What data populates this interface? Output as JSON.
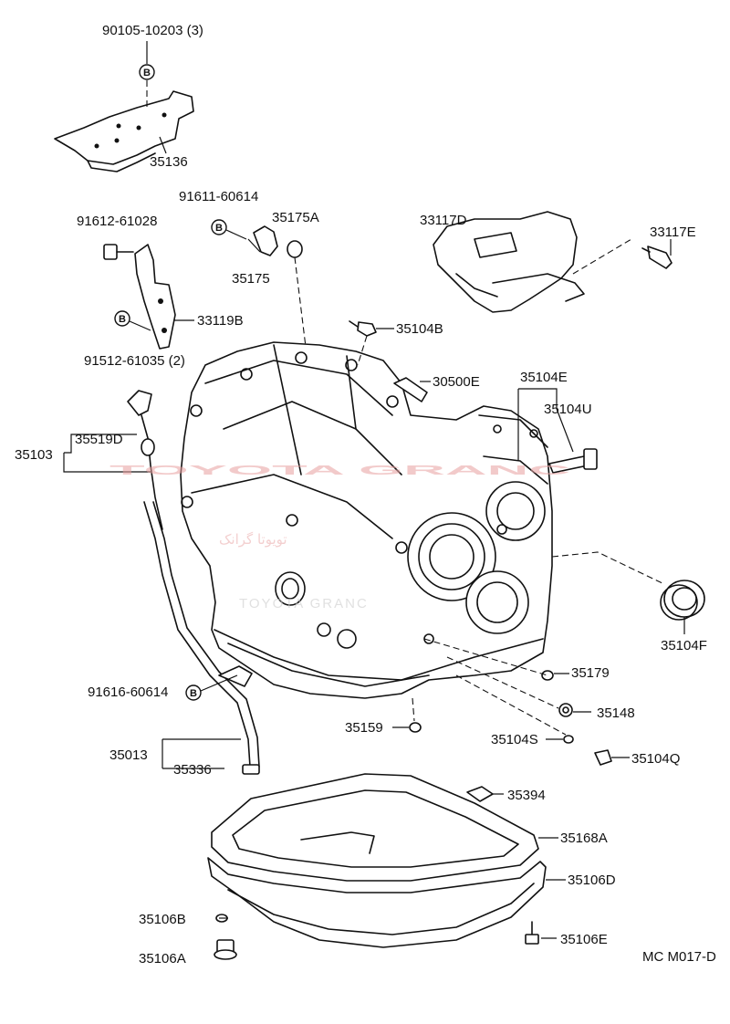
{
  "labels": {
    "l_90105": "90105-10203 (3)",
    "l_35136": "35136",
    "l_91611": "91611-60614",
    "l_35175A": "35175A",
    "l_35175": "35175",
    "l_91612": "91612-61028",
    "l_33119B": "33119B",
    "l_91512": "91512-61035 (2)",
    "l_33117D": "33117D",
    "l_33117E": "33117E",
    "l_35104B": "35104B",
    "l_30500E": "30500E",
    "l_35104E": "35104E",
    "l_35104U": "35104U",
    "l_35519D": "35519D",
    "l_35103": "35103",
    "l_35104F": "35104F",
    "l_35179": "35179",
    "l_91616": "91616-60614",
    "l_35148": "35148",
    "l_35159": "35159",
    "l_35104S": "35104S",
    "l_35013": "35013",
    "l_35104Q": "35104Q",
    "l_35336": "35336",
    "l_35394": "35394",
    "l_35168A": "35168A",
    "l_35106D": "35106D",
    "l_35106B": "35106B",
    "l_35106E": "35106E",
    "l_35106A": "35106A",
    "l_mc": "MC M017-D"
  },
  "markers": {
    "b1": "B",
    "b2": "B",
    "b3": "B",
    "b4": "B"
  },
  "watermark": {
    "main": "TOYOTA GRANC",
    "persian": "تویوتا گرانک",
    "sub": "TOYOTA GRANC",
    "color": "#e8a0a0"
  }
}
